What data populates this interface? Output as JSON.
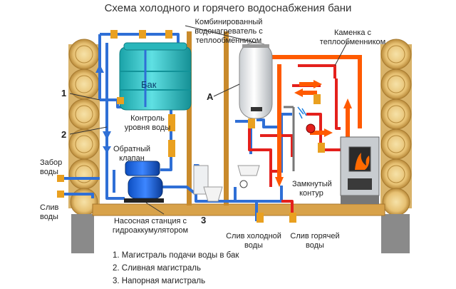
{
  "title": "Схема холодного и горячего водоснабжения бани",
  "labels": {
    "tank": "Бак",
    "heater": "Комбинированный водонагреватель с теплообменником",
    "stove": "Каменка с теплообменником",
    "level_control": "Контроль уровня воды",
    "check_valve": "Обратный клапан",
    "water_intake": "Забор воды",
    "water_drain": "Слив воды",
    "pump_station": "Насосная станция с гидроаккумулятором",
    "closed_loop": "Замкнутый контур",
    "cold_drain": "Слив холодной воды",
    "hot_drain": "Слив горячей воды",
    "marker_1": "1",
    "marker_2": "2",
    "marker_3": "3",
    "marker_a": "A"
  },
  "legend": [
    "1. Магистраль подачи воды в бак",
    "2. Сливная магистраль",
    "3. Напорная магистраль"
  ],
  "colors": {
    "cold_pipe": "#2f6fd6",
    "hot_pipe": "#e4201c",
    "tank": "#2ec4c8",
    "floor": "#d8a24a",
    "wall": "#c98a2b",
    "logs": "#e9c77c",
    "arrow_hot": "#ff5a00"
  }
}
